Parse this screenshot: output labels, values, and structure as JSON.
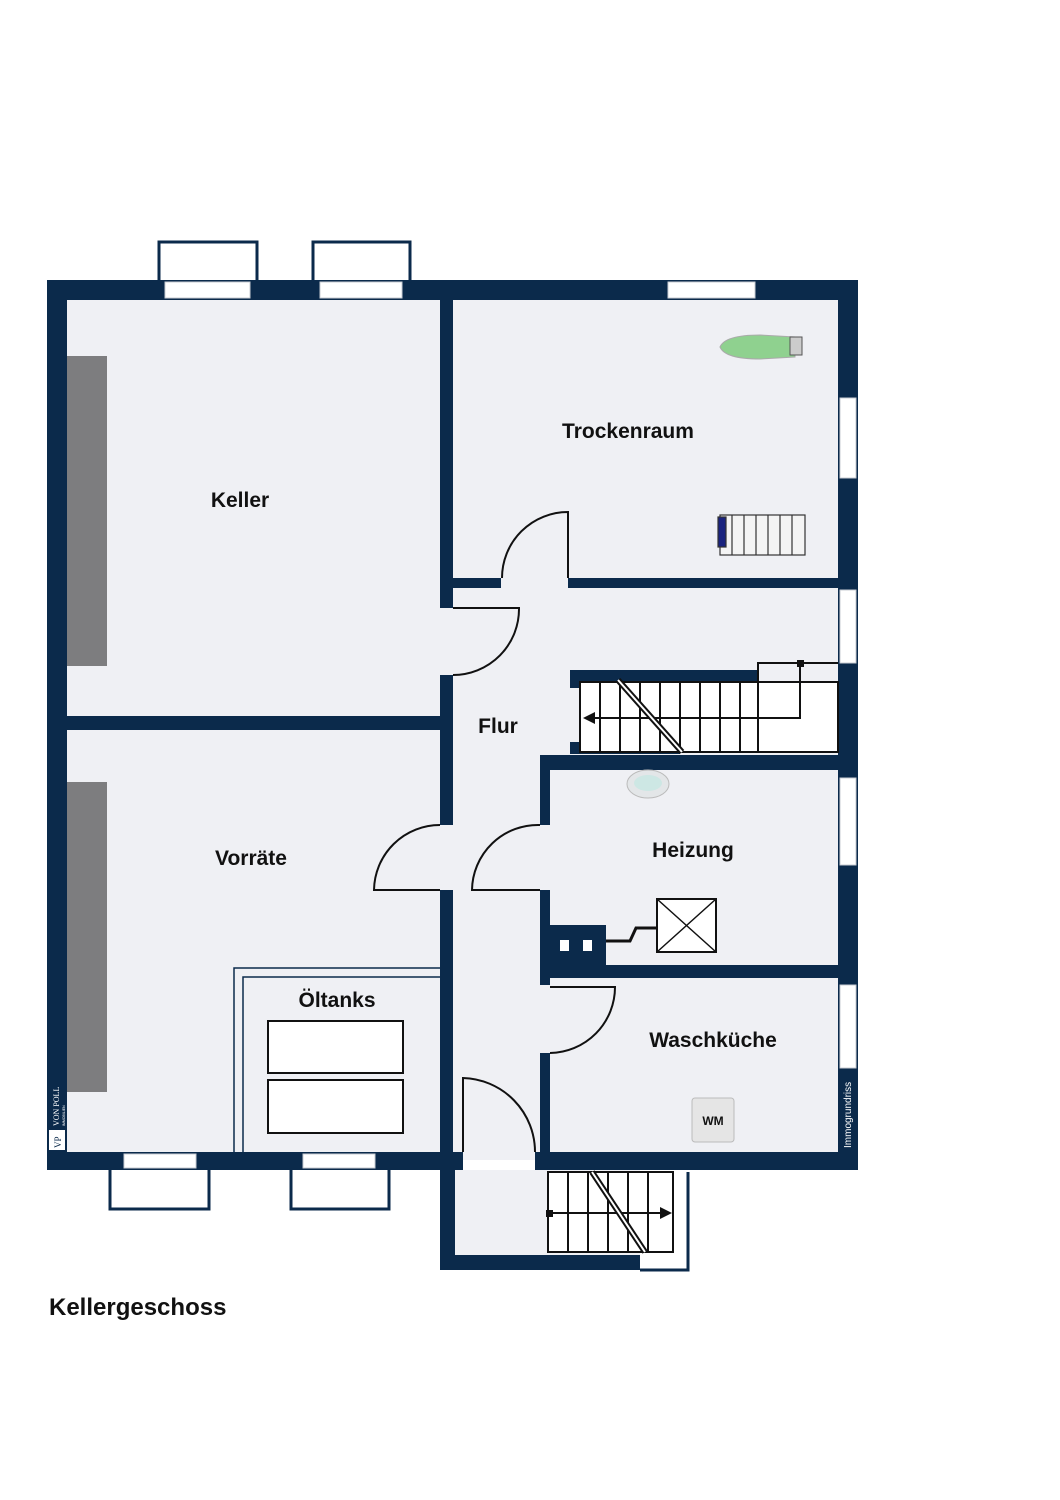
{
  "plan": {
    "title": "Kellergeschoss",
    "rooms": {
      "keller": "Keller",
      "trockenraum": "Trockenraum",
      "flur": "Flur",
      "vorraete": "Vorräte",
      "heizung": "Heizung",
      "oeltanks": "Öltanks",
      "waschkueche": "Waschküche"
    },
    "appliance_wm": "WM",
    "credit": "Immogrundriss",
    "logo": {
      "name": "VON POLL",
      "sub": "IMMOBILIEN",
      "mark": "VP"
    },
    "colors": {
      "wall": "#0b2a4b",
      "floor": "#eff0f4",
      "window": "#ffffff"
    }
  }
}
